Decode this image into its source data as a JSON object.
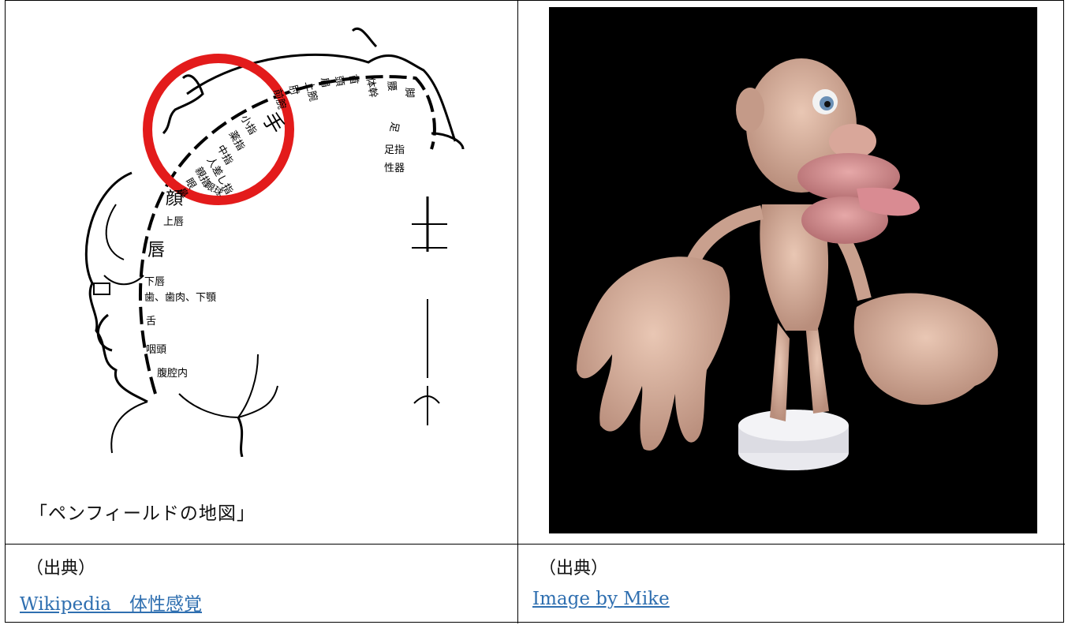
{
  "left_cell": {
    "caption": "「ペンフィールドの地図」",
    "diagram_labels": {
      "hand": "手",
      "little_finger": "小指",
      "ring_finger": "薬指",
      "middle_finger": "中指",
      "index_finger": "人差し指",
      "thumb": "親指",
      "eye": "眼",
      "nose": "鼻",
      "eyeball": "眼球",
      "face": "顔",
      "upper_lip": "上唇",
      "lips": "唇",
      "lower_lip": "下唇",
      "teeth_gums_jaw": "歯、歯肉、下顎",
      "tongue": "舌",
      "pharynx": "咽頭",
      "abdomen": "腹腔内",
      "forearm": "前腕",
      "elbow": "肘",
      "upper_arm": "上腕",
      "shoulder": "肩",
      "head": "頭",
      "neck": "首",
      "trunk": "体幹",
      "hip": "腰",
      "leg": "脚",
      "foot": "足",
      "toes": "足指",
      "genitals": "性器"
    },
    "source_label": "（出典）",
    "source_link": "Wikipedia　体性感覚"
  },
  "right_cell": {
    "source_label": "（出典）",
    "source_link": "Image by Mike"
  },
  "colors": {
    "link": "#2f6fb0",
    "highlight_circle": "#e31b1b",
    "photo_background": "#000000"
  }
}
